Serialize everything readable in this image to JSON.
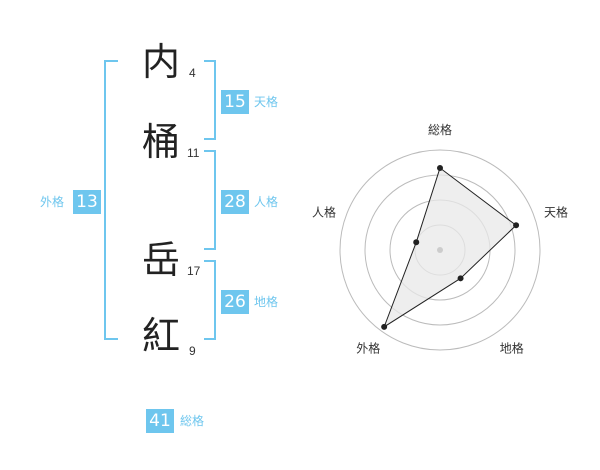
{
  "characters": [
    {
      "char": "内",
      "strokes": "4"
    },
    {
      "char": "桶",
      "strokes": "11"
    },
    {
      "char": "岳",
      "strokes": "17"
    },
    {
      "char": "紅",
      "strokes": "9"
    }
  ],
  "fortunes": {
    "tenkaku": {
      "label": "天格",
      "value": "15"
    },
    "jinkaku": {
      "label": "人格",
      "value": "28"
    },
    "chikaku": {
      "label": "地格",
      "value": "26"
    },
    "gaikaku": {
      "label": "外格",
      "value": "13"
    },
    "soukaku": {
      "label": "総格",
      "value": "41"
    }
  },
  "chart_data": {
    "type": "radar",
    "axes": [
      "総格",
      "天格",
      "地格",
      "外格",
      "人格"
    ],
    "values": [
      0.82,
      0.8,
      0.35,
      0.95,
      0.25
    ],
    "rings": 4,
    "grid": true,
    "colors": {
      "fill": "#e8e8e8",
      "line": "#222222",
      "grid": "#bbbbbb",
      "center": "#cccccc"
    }
  }
}
